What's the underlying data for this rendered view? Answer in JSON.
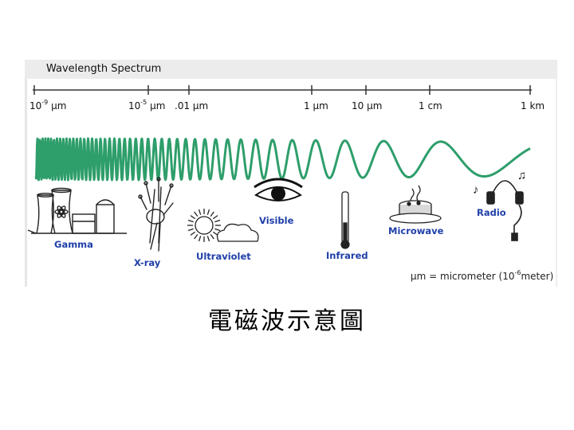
{
  "figure": {
    "title": "Wavelength Spectrum",
    "ticks": [
      {
        "base": "10",
        "exp": "-9",
        "unit": " µm"
      },
      {
        "base": "10",
        "exp": "-5",
        "unit": " µm"
      },
      {
        "base": ".01 µm",
        "exp": "",
        "unit": ""
      },
      {
        "base": "1 µm",
        "exp": "",
        "unit": ""
      },
      {
        "base": "10 µm",
        "exp": "",
        "unit": ""
      },
      {
        "base": "1 cm",
        "exp": "",
        "unit": ""
      },
      {
        "base": "1 km",
        "exp": "",
        "unit": ""
      }
    ],
    "categories": [
      {
        "label": "Gamma",
        "icon": "nuclear-plant-icon"
      },
      {
        "label": "X-ray",
        "icon": "hand-bones-icon"
      },
      {
        "label": "Ultraviolet",
        "icon": "sun-cloud-icon"
      },
      {
        "label": "Visible",
        "icon": "eye-icon"
      },
      {
        "label": "Infrared",
        "icon": "thermometer-icon"
      },
      {
        "label": "Microwave",
        "icon": "microwave-food-icon"
      },
      {
        "label": "Radio",
        "icon": "headphones-icon"
      }
    ],
    "note": {
      "prefix": "µm = micrometer (10",
      "exp": "-6",
      "suffix": "meter)"
    },
    "colors": {
      "wave": "#2e9e6b",
      "label_blue": "#1f3fa8"
    }
  },
  "caption": "電磁波示意圖"
}
